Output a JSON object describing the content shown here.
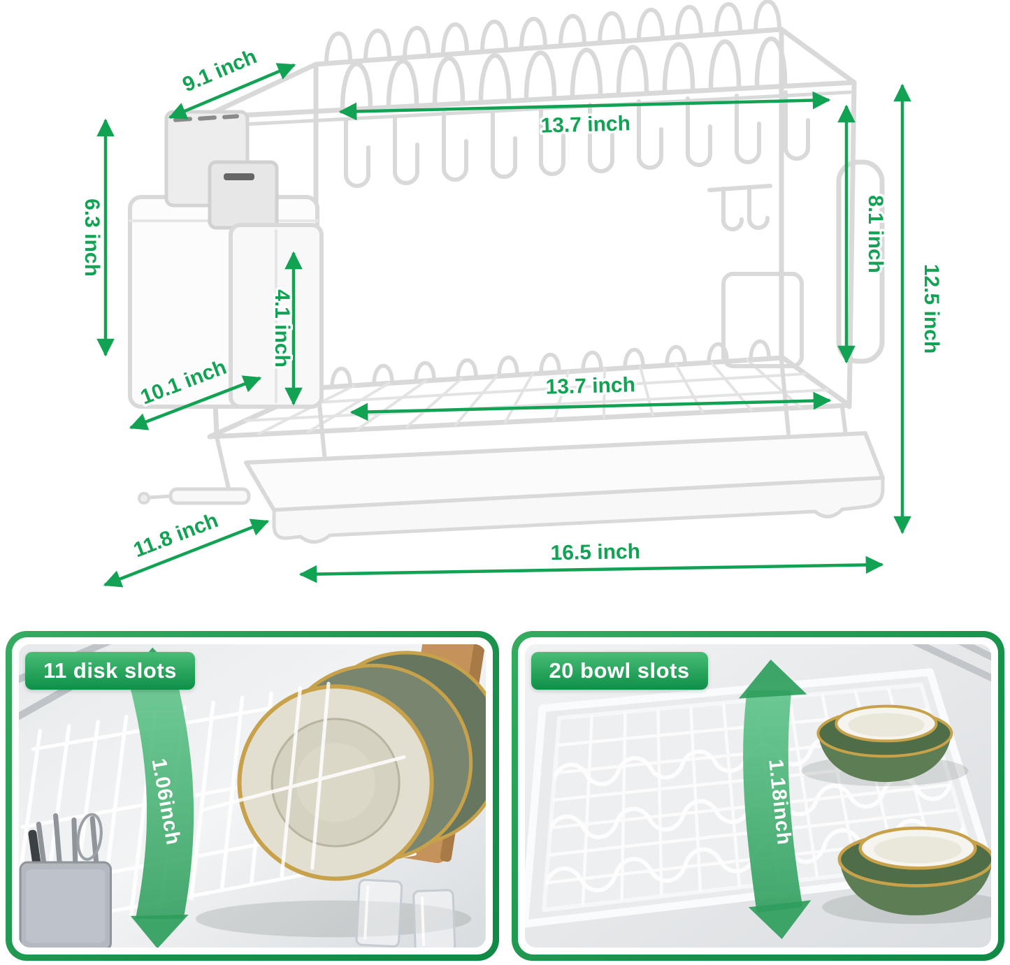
{
  "colors": {
    "dimension_green": "#12a254",
    "panel_frame_green": "#259c52",
    "badge_gradient_top": "#49bd76",
    "badge_gradient_bottom": "#0e8f48",
    "ribbon_green": "#3fae6e",
    "rack_line_gray": "#d9d9d9",
    "plate_green": "#67765f",
    "bowl_green": "#5d7e54",
    "gold_rim": "#c8a24b"
  },
  "diagram": {
    "labels": {
      "top_depth": "9.1 inch",
      "top_width": "13.7 inch",
      "caddy_height": "6.3 inch",
      "cup_height": "4.1 inch",
      "tier_height": "8.1 inch",
      "total_height": "12.5 inch",
      "mid_depth": "10.1 inch",
      "bottom_width": "13.7 inch",
      "base_depth": "11.8 inch",
      "base_width": "16.5 inch"
    }
  },
  "panels": {
    "left": {
      "badge": "11 disk slots",
      "measure": "1.06inch"
    },
    "right": {
      "badge": "20 bowl slots",
      "measure": "1.18inch"
    }
  }
}
